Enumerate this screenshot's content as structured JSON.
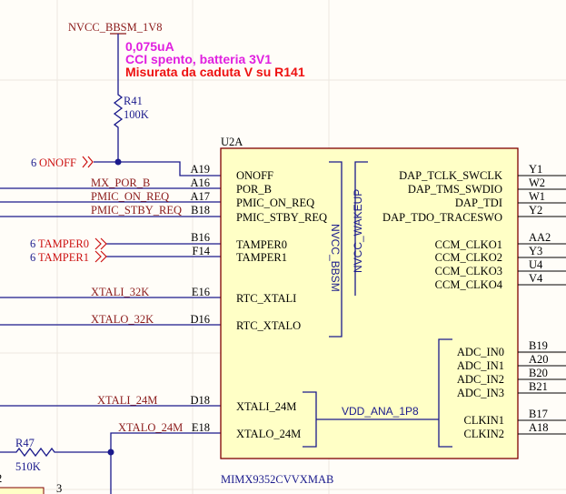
{
  "power_net": "NVCC_BBSM_1V8",
  "notes": [
    "0,075uA",
    "CCI spento, batteria 3V1",
    "Misurata da caduta V su R141"
  ],
  "colors": {
    "note1": "#e020e0",
    "note2": "#ee1111",
    "wire": "#1a1a8c",
    "net": "#8b1a1a",
    "chip_fill": "#ffffc6",
    "chip_border": "#800000"
  },
  "r41": {
    "ref": "R41",
    "value": "100K"
  },
  "r47": {
    "ref": "R47",
    "value": "510K"
  },
  "ports": [
    {
      "sheet": "6",
      "name": "ONOFF"
    },
    {
      "sheet": "6",
      "name": "TAMPER0"
    },
    {
      "sheet": "6",
      "name": "TAMPER1"
    }
  ],
  "chip": {
    "ref": "U2A",
    "part": "MIMX9352CVVXMAB"
  },
  "left_pins": [
    {
      "net": "",
      "num": "A19",
      "name": "ONOFF"
    },
    {
      "net": "MX_POR_B",
      "num": "A16",
      "name": "POR_B"
    },
    {
      "net": "PMIC_ON_REQ",
      "num": "A17",
      "name": "PMIC_ON_REQ"
    },
    {
      "net": "PMIC_STBY_REQ",
      "num": "B18",
      "name": "PMIC_STBY_REQ"
    },
    {
      "net": "",
      "num": "B16",
      "name": "TAMPER0"
    },
    {
      "net": "",
      "num": "F14",
      "name": "TAMPER1"
    },
    {
      "net": "XTALI_32K",
      "num": "E16",
      "name": "RTC_XTALI"
    },
    {
      "net": "XTALO_32K",
      "num": "D16",
      "name": "RTC_XTALO"
    },
    {
      "net": "XTALI_24M",
      "num": "D18",
      "name": "XTALI_24M"
    },
    {
      "net": "XTALO_24M",
      "num": "E18",
      "name": "XTALO_24M"
    }
  ],
  "right_pins": [
    {
      "num": "Y1",
      "name": "DAP_TCLK_SWCLK"
    },
    {
      "num": "W2",
      "name": "DAP_TMS_SWDIO"
    },
    {
      "num": "W1",
      "name": "DAP_TDI"
    },
    {
      "num": "Y2",
      "name": "DAP_TDO_TRACESWO"
    },
    {
      "num": "AA2",
      "name": "CCM_CLKO1"
    },
    {
      "num": "Y3",
      "name": "CCM_CLKO2"
    },
    {
      "num": "U4",
      "name": "CCM_CLKO3"
    },
    {
      "num": "V4",
      "name": "CCM_CLKO4"
    },
    {
      "num": "B19",
      "name": "ADC_IN0"
    },
    {
      "num": "A20",
      "name": "ADC_IN1"
    },
    {
      "num": "B20",
      "name": "ADC_IN2"
    },
    {
      "num": "B21",
      "name": "ADC_IN3"
    },
    {
      "num": "B17",
      "name": "CLKIN1"
    },
    {
      "num": "A18",
      "name": "CLKIN2"
    }
  ],
  "power_domains": [
    "NVCC_BBSM",
    "NVCC_WAKEUP",
    "VDD_ANA_1P8"
  ],
  "partial": {
    "left_num": "2",
    "pin_num": "3"
  }
}
